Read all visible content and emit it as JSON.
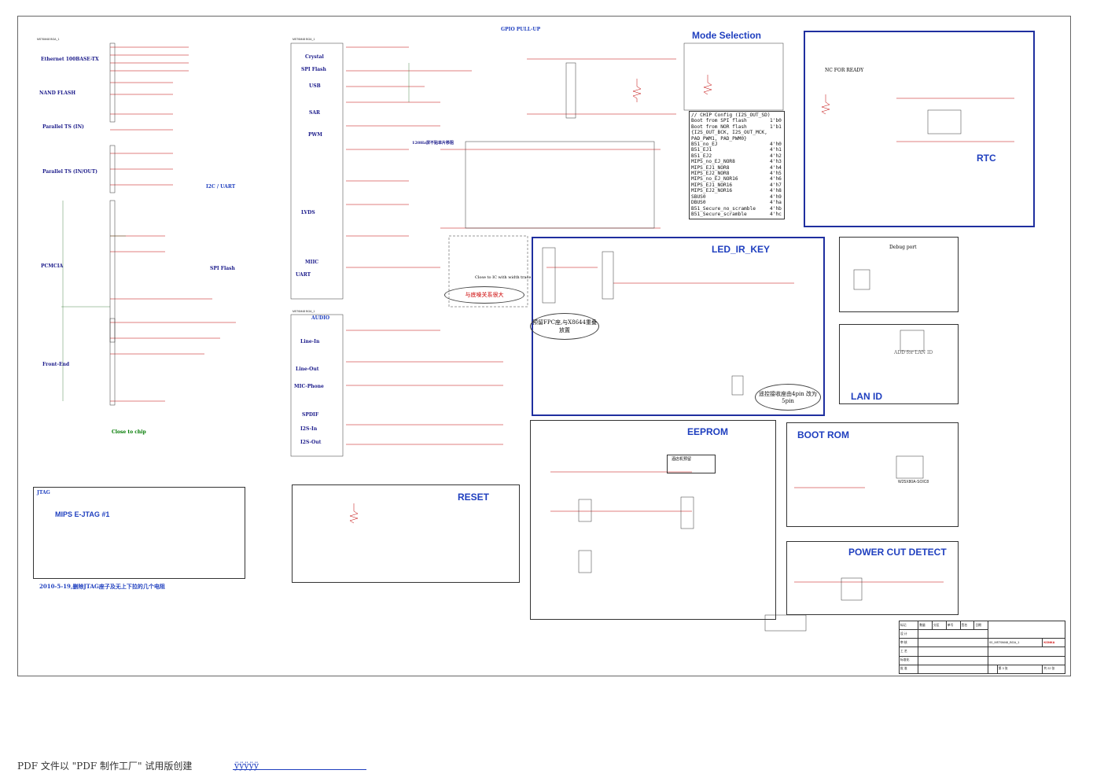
{
  "sections": {
    "gpio_pullup": "GPIO PULL-UP",
    "mode_selection": "Mode Selection",
    "rtc": "RTC",
    "rtc_note": "NC FOR READY",
    "led_ir_key": "LED_IR_KEY",
    "debug_port": "Debug port",
    "lan_id": "LAN ID",
    "lan_id_note": "ADD for LAN ID",
    "eeprom": "EEPROM",
    "boot_rom": "BOOT ROM",
    "boot_rom_part": "W25X80A-SOIC8",
    "power_cut": "POWER CUT DETECT",
    "reset": "RESET",
    "jtag": "JTAG",
    "mips_jtag": "MIPS E-JTAG #1",
    "audio": "AUDIO",
    "i2c_uart": "I2C / UART",
    "spi_flash_left": "SPI Flash",
    "close_to_chip": "Close to chip",
    "term_120": "120Hz屏不贴单片移阻"
  },
  "left_blocks": [
    "Ethernet 100BASE-TX",
    "NAND FLASH",
    "Parallel TS (IN)",
    "Parallel TS (IN/OUT)",
    "PCMCIA",
    "Front-End"
  ],
  "mid_blocks": [
    "Crystal",
    "SPI Flash",
    "USB",
    "SAR",
    "PWM",
    "LVDS",
    "MIIC",
    "UART"
  ],
  "audio_blocks": [
    "Line-In",
    "Line-Out",
    "MIC-Phone",
    "SPDIF",
    "I2S-In",
    "I2S-Out"
  ],
  "mode_config": {
    "header": "// CHIP Config (I2S_OUT_SD)",
    "rows": [
      {
        "k": "Boot from SPI flash",
        "v": "1'b0"
      },
      {
        "k": "Boot from NOR flash",
        "v": "1'b1"
      },
      {
        "k": "{I2S_OUT_BCK, I2S_OUT_MCK,",
        "v": ""
      },
      {
        "k": " PAD_PWM1, PAD_PWM0}",
        "v": ""
      },
      {
        "k": "B51_no_EJ",
        "v": "4'h0"
      },
      {
        "k": "B51_EJ1",
        "v": "4'h1"
      },
      {
        "k": "B51_EJ2",
        "v": "4'h2"
      },
      {
        "k": "MIPS_no_EJ_NOR8",
        "v": "4'h3"
      },
      {
        "k": "MIPS_EJ1_NOR8",
        "v": "4'h4"
      },
      {
        "k": "MIPS_EJ2_NOR8",
        "v": "4'h5"
      },
      {
        "k": "MIPS_no_EJ_NOR16",
        "v": "4'h6"
      },
      {
        "k": "MIPS_EJ1_NOR16",
        "v": "4'h7"
      },
      {
        "k": "MIPS_EJ2_NOR16",
        "v": "4'h8"
      },
      {
        "k": "SBUS0",
        "v": "4'h9"
      },
      {
        "k": "DBUS0",
        "v": "4'ha"
      },
      {
        "k": "B51_Secure_no_scramble",
        "v": "4'hb"
      },
      {
        "k": "B51_Secure_scramble",
        "v": "4'hc"
      }
    ]
  },
  "notes": {
    "close_to_ic": "Close to IC with width trace",
    "ground_relation": "与底噪关系很大",
    "fpc_note": "预留FPC座,与X8644重叠放置",
    "ir_note": "遥控接收座由4pin 改为5pin",
    "jtag_note": "2010-5-19,删除JTAG座子及无上下拉的几个电阻",
    "hotel_note": "酒店机预留"
  },
  "title_block": {
    "part_no": "00_MST6M48_BGA_1",
    "sheet": "第 3 张",
    "total": "共 22 张",
    "brand": "KONKA",
    "rows": [
      "设 计",
      "审 核",
      "工 艺",
      "标准化",
      "批 准"
    ],
    "headers": [
      "标记",
      "数量",
      "分区",
      "单号",
      "签名",
      "日期"
    ]
  },
  "footer": {
    "text": "PDF 文件以 \"PDF 制作工厂\" 试用版创建",
    "link": "ÿÿÿÿÿ"
  }
}
